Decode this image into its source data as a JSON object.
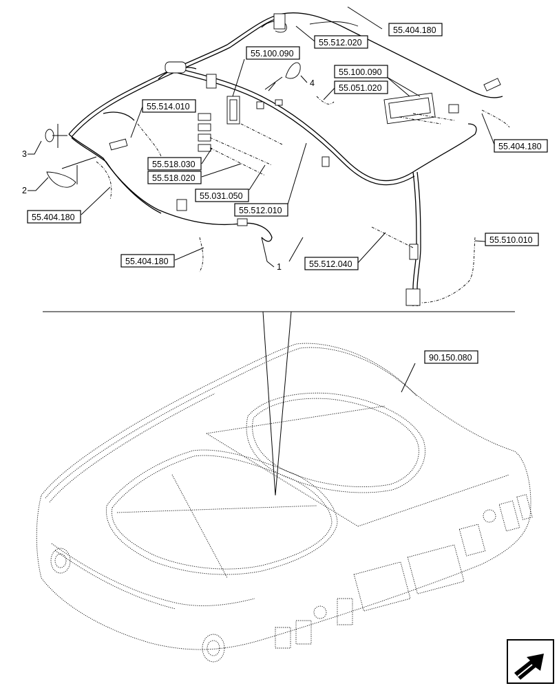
{
  "references": {
    "r_55404180_top": "55.404.180",
    "r_55512020": "55.512.020",
    "r_55100090_left": "55.100.090",
    "r_55100090_right": "55.100.090",
    "r_55051020": "55.051.020",
    "r_55514010": "55.514.010",
    "r_55404180_right": "55.404.180",
    "r_55518030": "55.518.030",
    "r_55518020": "55.518.020",
    "r_55031050": "55.031.050",
    "r_55512010": "55.512.010",
    "r_55404180_left": "55.404.180",
    "r_55404180_bottom": "55.404.180",
    "r_55512040": "55.512.040",
    "r_55510010": "55.510.010",
    "r_90150080": "90.150.080"
  },
  "item_numbers": {
    "n1": "1",
    "n2": "2",
    "n3": "3",
    "n4": "4"
  },
  "icons": {
    "nav": "next-page-arrow-icon"
  }
}
